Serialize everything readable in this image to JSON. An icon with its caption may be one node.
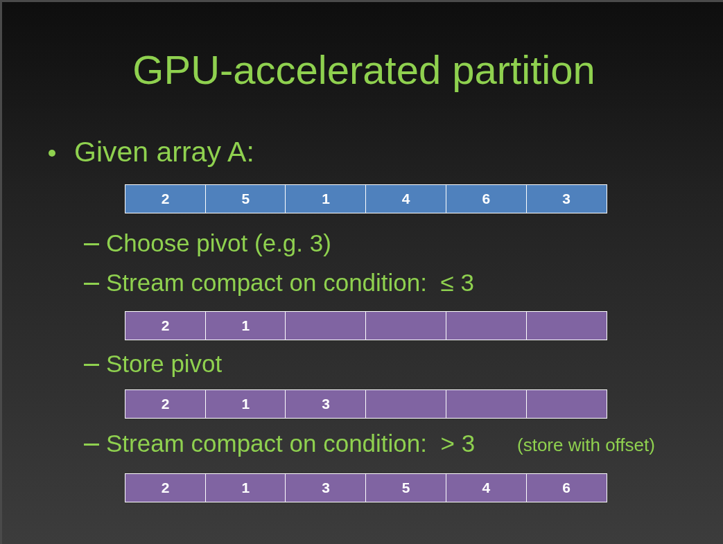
{
  "diagram": {
    "title": "GPU-accelerated partition",
    "nodes": [
      {
        "text": [
          "2"
        ]
      },
      {
        "text": [
          "5"
        ]
      },
      {
        "text": [
          "1"
        ]
      },
      {
        "text": [
          "4"
        ]
      },
      {
        "text": [
          "6"
        ]
      },
      {
        "text": [
          "3"
        ]
      },
      {
        "text": [
          "2"
        ]
      },
      {
        "text": [
          "1"
        ]
      },
      {
        "text": [],
        "shape": "box"
      },
      {
        "text": [],
        "shape": "box"
      },
      {
        "text": [],
        "shape": "box"
      },
      {
        "text": [],
        "shape": "box"
      },
      {
        "text": [
          "2"
        ]
      },
      {
        "text": [
          "1"
        ]
      },
      {
        "text": [
          "3"
        ]
      },
      {
        "text": [],
        "shape": "box"
      },
      {
        "text": [],
        "shape": "box"
      },
      {
        "text": [],
        "shape": "box"
      },
      {
        "text": [
          "2"
        ]
      },
      {
        "text": [
          "1"
        ]
      },
      {
        "text": [
          "3"
        ]
      },
      {
        "text": [
          "5"
        ]
      },
      {
        "text": [
          "4"
        ]
      },
      {
        "text": [
          "6"
        ]
      }
    ],
    "labels": [
      "Given array A:",
      "Choose pivot (e.g. 3)",
      "Stream compact on condition:  ≤ 3",
      "Store pivot",
      "Stream compact on condition:  > 3",
      "(store with offset)"
    ]
  }
}
